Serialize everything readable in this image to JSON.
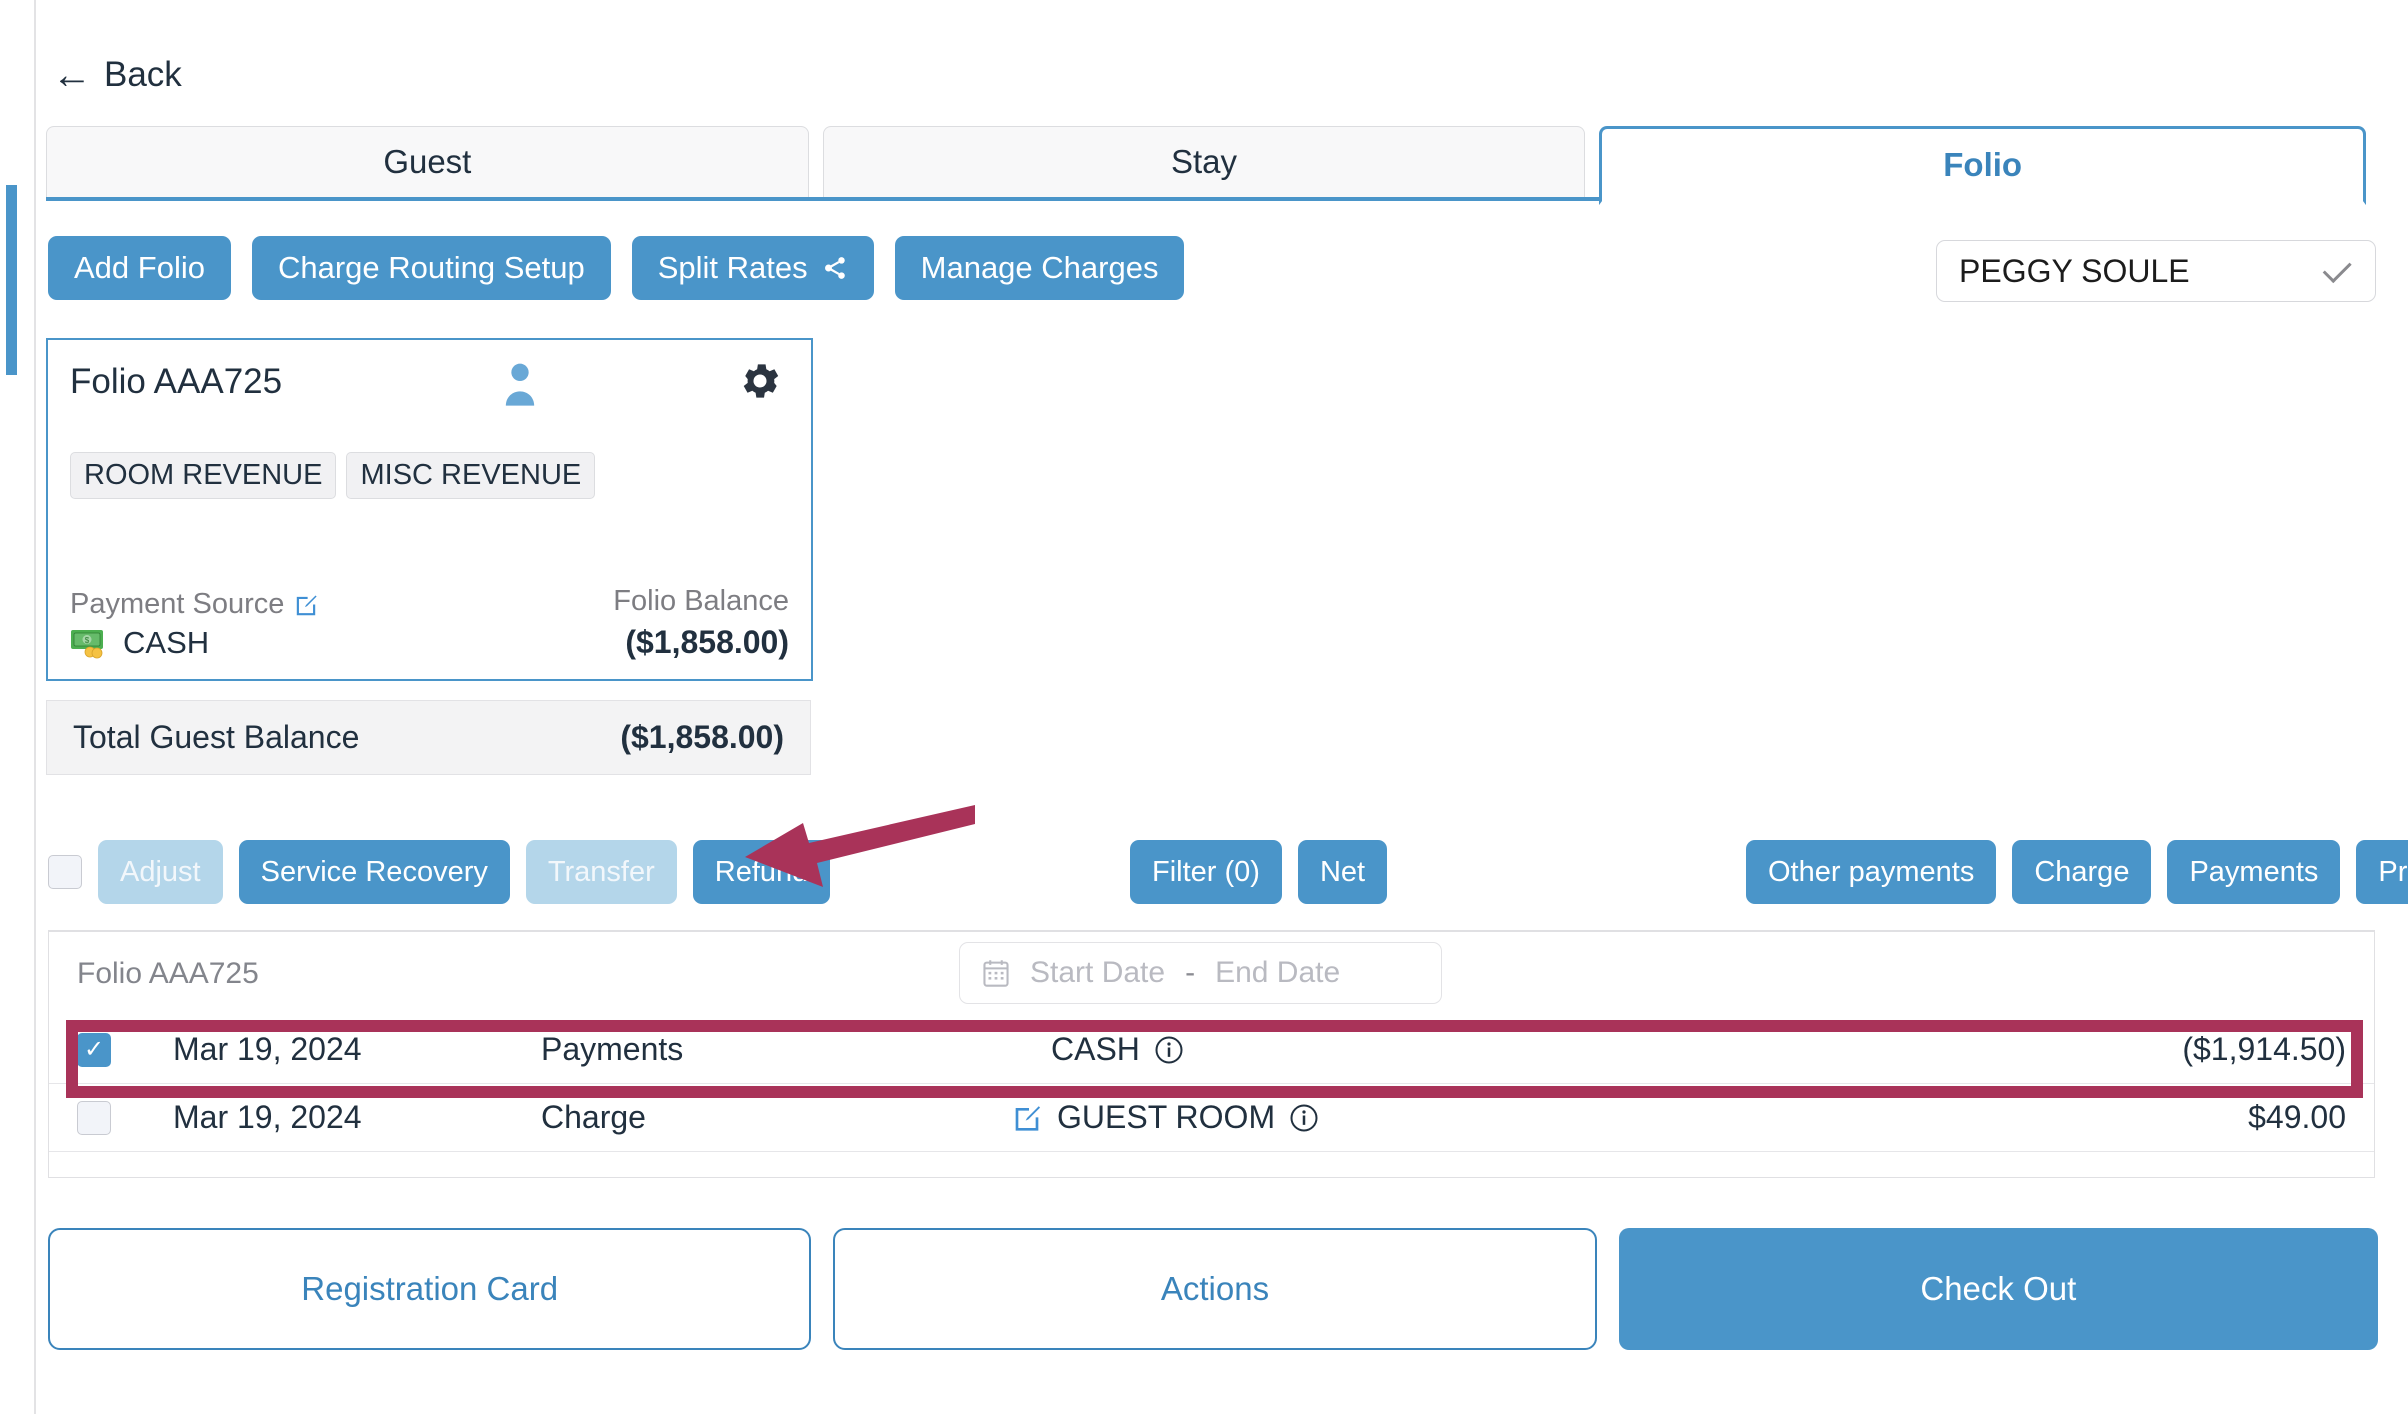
{
  "nav": {
    "back_label": "Back",
    "back_icon": "arrow-left-icon"
  },
  "tabs": [
    {
      "label": "Guest",
      "active": false
    },
    {
      "label": "Stay",
      "active": false
    },
    {
      "label": "Folio",
      "active": true
    }
  ],
  "primary_actions": [
    {
      "label": "Add Folio"
    },
    {
      "label": "Charge Routing Setup"
    },
    {
      "label": "Split Rates",
      "icon": "share-icon"
    },
    {
      "label": "Manage Charges"
    }
  ],
  "guest_select": {
    "value": "PEGGY SOULE",
    "icon": "chevron-down-icon"
  },
  "folio_card": {
    "title": "Folio AAA725",
    "person_icon": "person-icon",
    "gear_icon": "gear-icon",
    "tags": [
      "ROOM REVENUE",
      "MISC REVENUE"
    ],
    "payment_source_label": "Payment Source",
    "payment_source_edit_icon": "edit-icon",
    "payment_source_value": "CASH",
    "payment_source_value_icon": "money-icon",
    "balance_label": "Folio Balance",
    "balance_value": "($1,858.00)"
  },
  "total_balance": {
    "label": "Total Guest Balance",
    "value": "($1,858.00)"
  },
  "toolbar": {
    "select_all": "select-all-checkbox",
    "left_buttons": [
      {
        "label": "Adjust",
        "disabled": true
      },
      {
        "label": "Service Recovery",
        "disabled": false
      },
      {
        "label": "Transfer",
        "disabled": true
      },
      {
        "label": "Refund",
        "disabled": false
      }
    ],
    "mid_buttons": [
      {
        "label": "Filter (0)"
      },
      {
        "label": "Net"
      }
    ],
    "right_buttons": [
      {
        "label": "Other payments"
      },
      {
        "label": "Charge"
      },
      {
        "label": "Payments"
      },
      {
        "label": "Print"
      }
    ]
  },
  "table": {
    "caption": "Folio AAA725",
    "date_filter": {
      "icon": "calendar-icon",
      "start_placeholder": "Start Date",
      "separator": "-",
      "end_placeholder": "End Date"
    },
    "rows": [
      {
        "checked": true,
        "date": "Mar 19, 2024",
        "type": "Payments",
        "description": "CASH",
        "desc_info_icon": "info-icon",
        "has_edit_icon": false,
        "amount": "($1,914.50)",
        "highlighted": true
      },
      {
        "checked": false,
        "date": "Mar 19, 2024",
        "type": "Charge",
        "description": "GUEST ROOM",
        "desc_info_icon": "info-icon",
        "has_edit_icon": true,
        "edit_icon": "edit-icon",
        "amount": "$49.00",
        "highlighted": false
      }
    ]
  },
  "footer": {
    "registration_card": "Registration Card",
    "actions": "Actions",
    "check_out": "Check Out"
  },
  "annotations": {
    "arrow_icon": "arrow-left-annotation",
    "highlight_color": "#a93359"
  },
  "colors": {
    "accent_blue": "#4a95c9",
    "link_blue": "#3a84bb",
    "annotation_crimson": "#a93359",
    "text_dark": "#21303f",
    "muted": "#7d7d82"
  }
}
